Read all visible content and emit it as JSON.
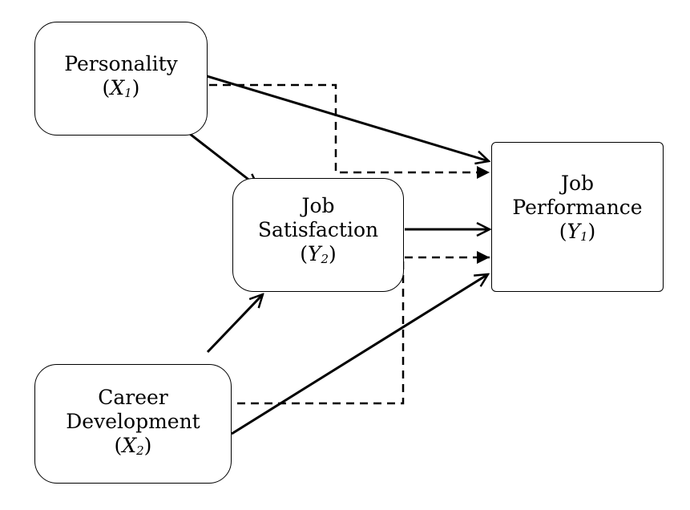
{
  "nodes": {
    "personality": {
      "line1": "Personality",
      "symbol": "X",
      "subscript": "1"
    },
    "job_satisfaction": {
      "line1": "Job",
      "line2": "Satisfaction",
      "symbol": "Y",
      "subscript": "2"
    },
    "career_development": {
      "line1": "Career",
      "line2": "Development",
      "symbol": "X",
      "subscript": "2"
    },
    "job_performance": {
      "line1": "Job",
      "line2": "Performance",
      "symbol": "Y",
      "subscript": "1"
    }
  },
  "edges": [
    {
      "from": "Personality",
      "to": "Job Performance",
      "style": "solid"
    },
    {
      "from": "Personality",
      "to": "Job Satisfaction",
      "style": "solid"
    },
    {
      "from": "Personality",
      "to": "Job Performance",
      "style": "dashed",
      "via": "Job Satisfaction"
    },
    {
      "from": "Job Satisfaction",
      "to": "Job Performance",
      "style": "solid"
    },
    {
      "from": "Career Development",
      "to": "Job Satisfaction",
      "style": "solid"
    },
    {
      "from": "Career Development",
      "to": "Job Performance",
      "style": "solid"
    },
    {
      "from": "Career Development",
      "to": "Job Performance",
      "style": "dashed",
      "via": "Job Satisfaction"
    }
  ]
}
